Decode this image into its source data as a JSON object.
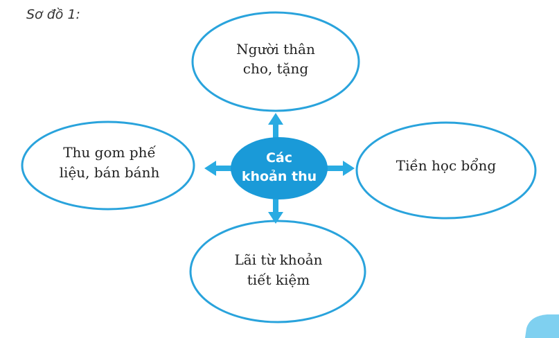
{
  "caption": "Sơ đồ 1:",
  "colors": {
    "accent": "#29abe2",
    "ellipse_stroke": "#29a3dc",
    "center_fill": "#1a9ad8"
  },
  "center": {
    "line1": "Các",
    "line2": "khoản thu"
  },
  "nodes": {
    "top": {
      "line1": "Người thân",
      "line2": "cho, tặng"
    },
    "right": {
      "line1": "Tiền học bổng"
    },
    "bottom": {
      "line1": "Lãi từ khoản",
      "line2": "tiết kiệm"
    },
    "left": {
      "line1": "Thu gom phế",
      "line2": "liệu, bán bánh"
    }
  }
}
